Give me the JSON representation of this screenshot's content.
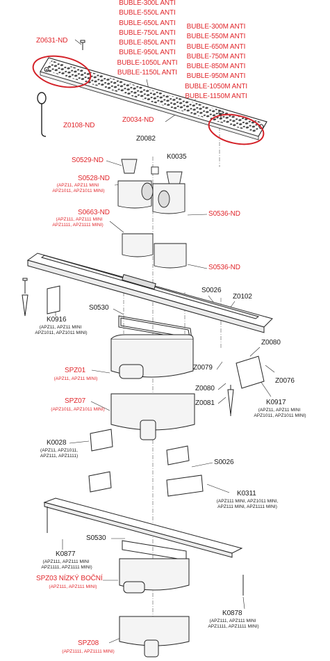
{
  "colors": {
    "red_label": "#e0262b",
    "black_label": "#1a1a1a",
    "highlight_ellipse": "#d42128"
  },
  "labels": {
    "buble_l": [
      "BUBLE-300L ANTI",
      "BUBLE-550L ANTI",
      "BUBLE-650L ANTI",
      "BUBLE-750L ANTI",
      "BUBLE-850L ANTI",
      "BUBLE-950L ANTI",
      "BUBLE-1050L ANTI",
      "BUBLE-1150L ANTI"
    ],
    "buble_m": [
      "BUBLE-300M ANTI",
      "BUBLE-550M ANTI",
      "BUBLE-650M ANTI",
      "BUBLE-750M ANTI",
      "BUBLE-850M ANTI",
      "BUBLE-950M ANTI",
      "BUBLE-1050M ANTI",
      "BUBLE-1150M ANTI"
    ],
    "z0631": "Z0631-ND",
    "z0108": "Z0108-ND",
    "z0034": "Z0034-ND",
    "s0529": "S0529-ND",
    "z0082": "Z0082",
    "k0035": "K0035",
    "s0528": "S0528-ND",
    "s0528_note1": "(APZ11, APZ11 MINI",
    "s0528_note2": "APZ1011, APZ1011 MINI)",
    "s0663": "S0663-ND",
    "s0663_note1": "(APZ111, APZ111 MINI",
    "s0663_note2": "APZ1111, APZ1111 MINI)",
    "s0536_a": "S0536-ND",
    "s0536_b": "S0536-ND",
    "s0026_a": "S0026",
    "z0102": "Z0102",
    "s0530_a": "S0530",
    "k0916": "K0916",
    "k0916_note1": "(APZ11, APZ11 MINI",
    "k0916_note2": "APZ1011, APZ1011 MINI)",
    "z0080_a": "Z0080",
    "z0079": "Z0079",
    "z0076": "Z0076",
    "spz01": "SPZ01",
    "spz01_note": "(APZ11, APZ11 MINI)",
    "z0080_b": "Z0080",
    "z0081": "Z0081",
    "k0917": "K0917",
    "k0917_note1": "(APZ11, APZ11 MINI",
    "k0917_note2": "APZ1011, APZ1011 MINI)",
    "spz07": "SPZ07",
    "spz07_note": "(APZ1011, APZ1011 MINI)",
    "k0028": "K0028",
    "k0028_note1": "(APZ11, APZ1011,",
    "k0028_note2": "APZ111, APZ1111)",
    "s0026_b": "S0026",
    "k0311": "K0311",
    "k0311_note1": "(APZ111 MINI, APZ1011 MINI,",
    "k0311_note2": "APZ111 MINI, APZ1111 MINI)",
    "s0530_b": "S0530",
    "k0877": "K0877",
    "k0877_note1": "(APZ111, APZ111 MINI",
    "k0877_note2": "APZ1111, APZ1111 MINI)",
    "spz03": "SPZ03 NÍZKÝ BOČNÍ",
    "spz03_note": "(APZ111, APZ111 MINI)",
    "k0878": "K0878",
    "k0878_note1": "(APZ111, APZ111 MINI",
    "k0878_note2": "APZ1111, APZ1111 MINI)",
    "spz08": "SPZ08",
    "spz08_note": "(APZ1111, APZ1111 MINI)"
  }
}
